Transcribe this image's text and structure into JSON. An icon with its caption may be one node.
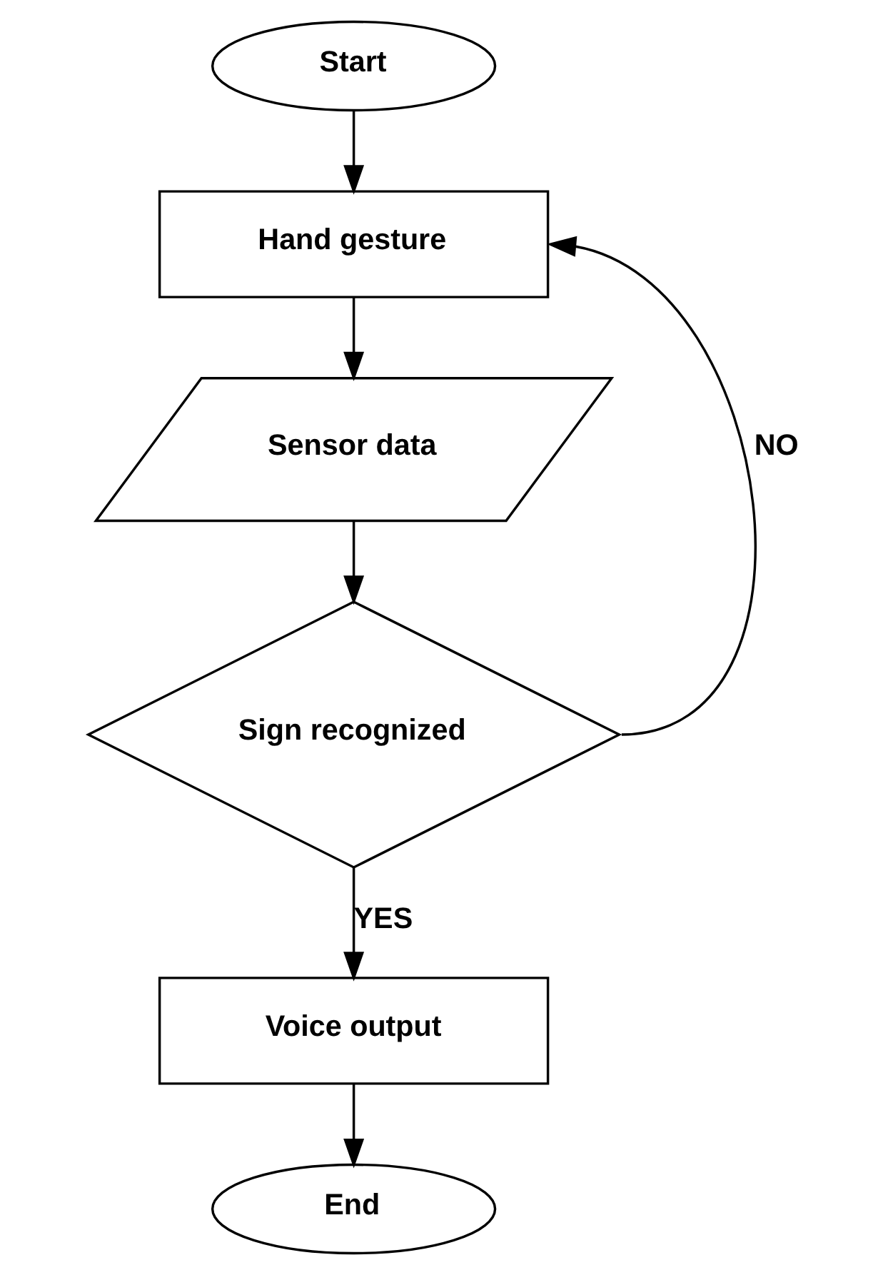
{
  "diagram": {
    "nodes": [
      {
        "text": [
          "Start"
        ]
      },
      {
        "text": [
          "Hand gesture"
        ]
      },
      {
        "text": [
          "Sensor data"
        ]
      },
      {
        "text": [
          "Sign recognized"
        ]
      },
      {
        "text": [
          "Voice output"
        ]
      },
      {
        "text": [
          "End"
        ]
      }
    ],
    "edges": [
      {
        "from": 0,
        "to": 1,
        "arrow": "to"
      },
      {
        "from": 1,
        "to": 2,
        "arrow": "to"
      },
      {
        "from": 2,
        "to": 3,
        "arrow": "to"
      },
      {
        "from": 3,
        "to": 1,
        "arrow": "to",
        "label": "NO"
      },
      {
        "from": 3,
        "to": 4,
        "arrow": "to",
        "label": "YES"
      },
      {
        "from": 4,
        "to": 5,
        "arrow": "to"
      }
    ]
  }
}
